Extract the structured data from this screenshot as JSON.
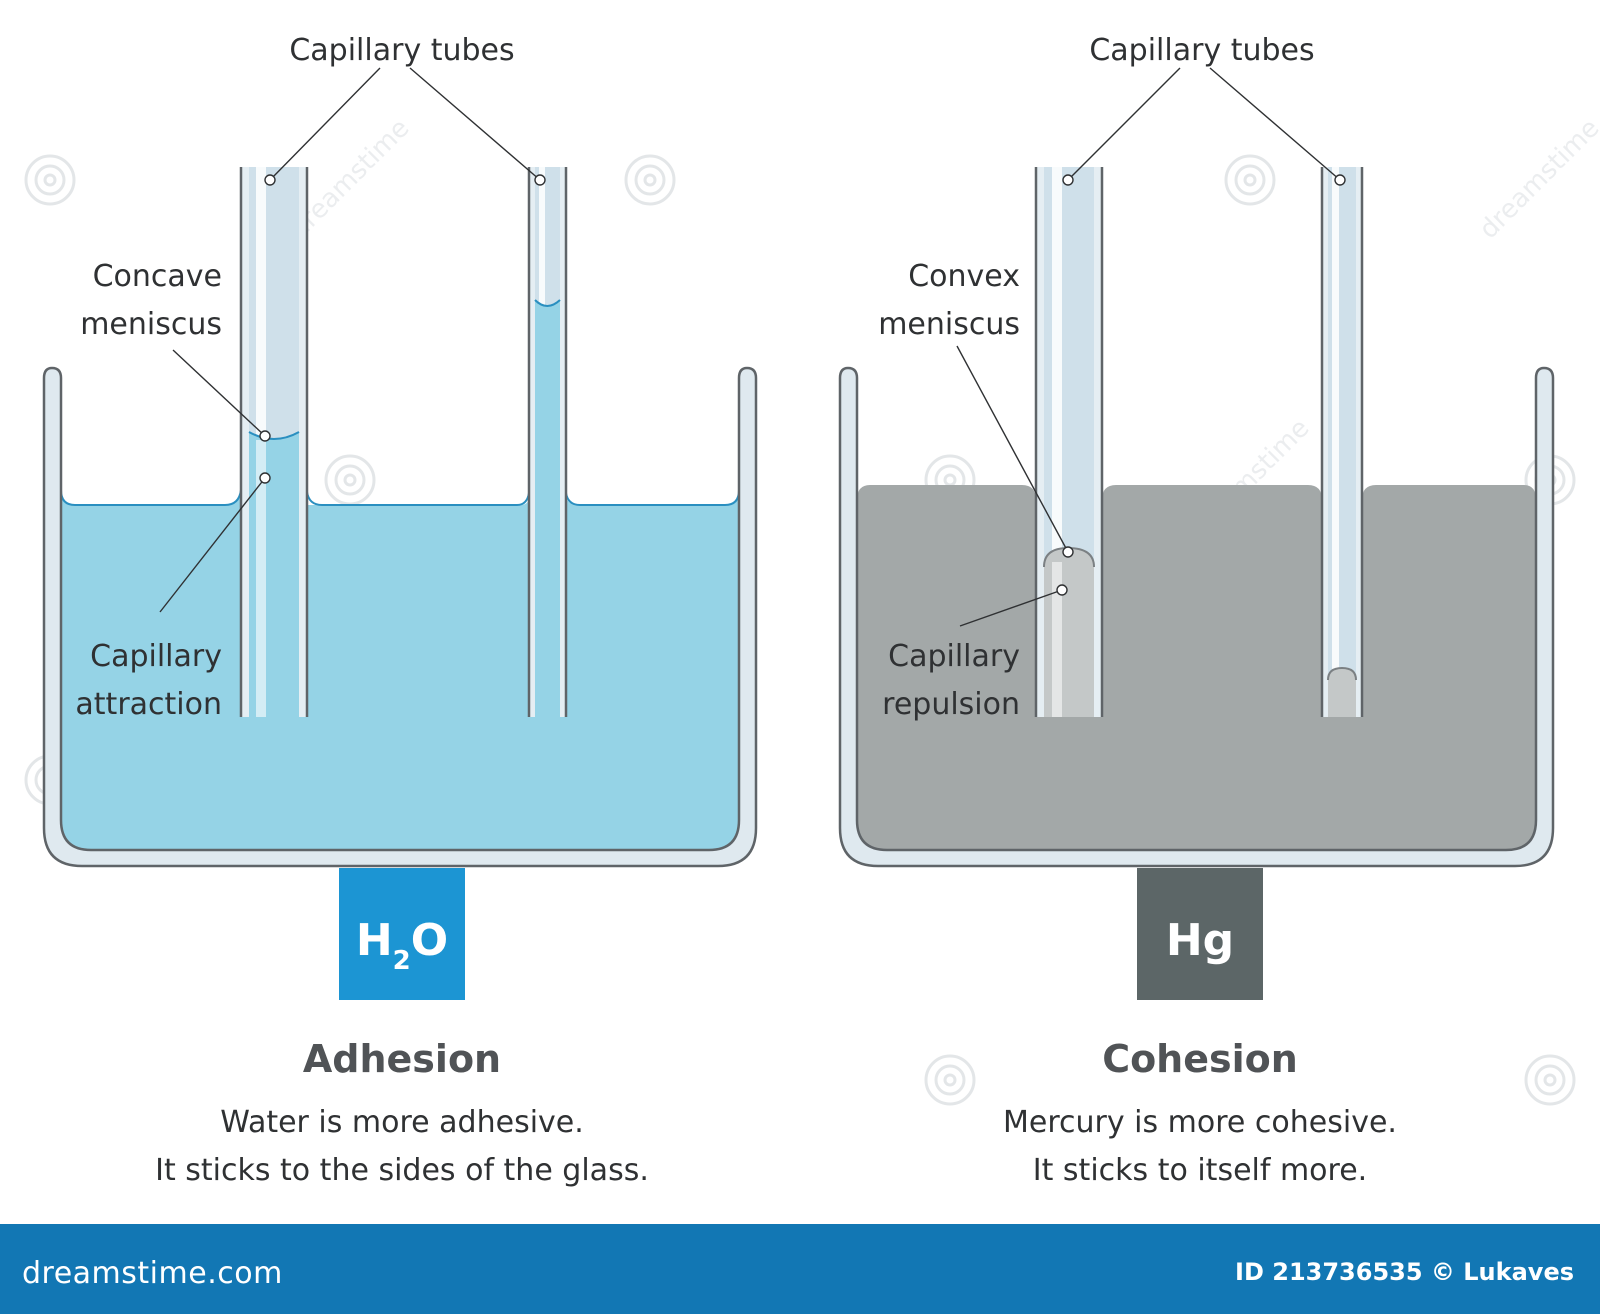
{
  "left_panel": {
    "tubes_label": "Capillary tubes",
    "meniscus_label_line1": "Concave",
    "meniscus_label_line2": "meniscus",
    "capillary_label_line1": "Capillary",
    "capillary_label_line2": "attraction",
    "formula_main": "H",
    "formula_sub": "2",
    "formula_tail": "O",
    "title": "Adhesion",
    "desc_line1": "Water is more adhesive.",
    "desc_line2": "It sticks to the sides of the glass."
  },
  "right_panel": {
    "tubes_label": "Capillary tubes",
    "meniscus_label_line1": "Convex",
    "meniscus_label_line2": "meniscus",
    "capillary_label_line1": "Capillary",
    "capillary_label_line2": "repulsion",
    "formula": "Hg",
    "title": "Cohesion",
    "desc_line1": "Mercury is more cohesive.",
    "desc_line2": "It sticks to itself more."
  },
  "watermark": "dreamstime",
  "footer": {
    "logo": "dreamstime.com",
    "id_text": "ID 213736535 © Lukaves"
  },
  "colors": {
    "water": "#95d3e6",
    "water_edge": "#2a8fc0",
    "mercury": "#a3a8a8",
    "glass_fill": "#dfe9ef",
    "glass_stroke": "#5f6468",
    "h2o_box": "#1c95d3",
    "hg_box": "#5c6667",
    "footer_bg": "#1277b4"
  },
  "icons": [
    "spiral-watermark-icon"
  ]
}
